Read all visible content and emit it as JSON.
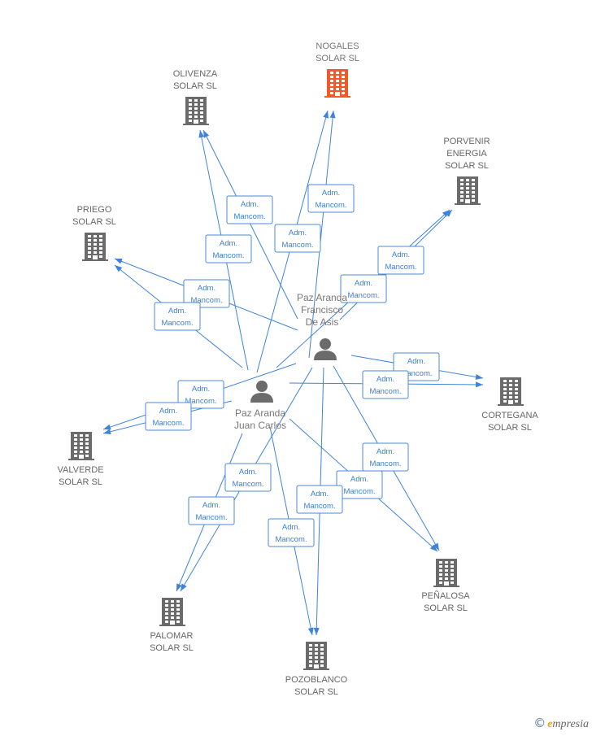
{
  "colors": {
    "edge": "#3f84d9",
    "building": "#6b6b6b",
    "focus_building": "#f05a28",
    "person": "#6b6b6b"
  },
  "relation_label": [
    "Adm.",
    "Mancom."
  ],
  "persons": [
    {
      "id": "p1",
      "lines": [
        "Paz Aranda",
        "Francisco",
        "De Asis"
      ],
      "icon": "person-icon"
    },
    {
      "id": "p2",
      "lines": [
        "Paz Aranda",
        "Juan Carlos"
      ],
      "icon": "person-icon"
    }
  ],
  "companies": [
    {
      "id": "nogales",
      "lines": [
        "NOGALES",
        "SOLAR SL"
      ],
      "focus": true,
      "icon": "building-icon"
    },
    {
      "id": "olivenza",
      "lines": [
        "OLIVENZA",
        "SOLAR SL"
      ],
      "focus": false,
      "icon": "building-icon"
    },
    {
      "id": "porvenir",
      "lines": [
        "PORVENIR",
        "ENERGIA",
        "SOLAR SL"
      ],
      "focus": false,
      "icon": "building-icon"
    },
    {
      "id": "priego",
      "lines": [
        "PRIEGO",
        "SOLAR SL"
      ],
      "focus": false,
      "icon": "building-icon"
    },
    {
      "id": "cortegana",
      "lines": [
        "CORTEGANA",
        "SOLAR SL"
      ],
      "focus": false,
      "icon": "building-icon"
    },
    {
      "id": "valverde",
      "lines": [
        "VALVERDE",
        "SOLAR SL"
      ],
      "focus": false,
      "icon": "building-icon"
    },
    {
      "id": "penalosa",
      "lines": [
        "PEÑALOSA",
        "SOLAR SL"
      ],
      "focus": false,
      "icon": "building-icon"
    },
    {
      "id": "palomar",
      "lines": [
        "PALOMAR",
        "SOLAR SL"
      ],
      "focus": false,
      "icon": "building-icon"
    },
    {
      "id": "pozoblanco",
      "lines": [
        "POZOBLANCO",
        "SOLAR SL"
      ],
      "focus": false,
      "icon": "building-icon"
    }
  ],
  "relations": [
    {
      "from": "p1",
      "to": "nogales"
    },
    {
      "from": "p2",
      "to": "nogales"
    },
    {
      "from": "p1",
      "to": "olivenza"
    },
    {
      "from": "p2",
      "to": "olivenza"
    },
    {
      "from": "p1",
      "to": "porvenir"
    },
    {
      "from": "p2",
      "to": "porvenir"
    },
    {
      "from": "p1",
      "to": "priego"
    },
    {
      "from": "p2",
      "to": "priego"
    },
    {
      "from": "p1",
      "to": "cortegana"
    },
    {
      "from": "p2",
      "to": "cortegana"
    },
    {
      "from": "p1",
      "to": "valverde"
    },
    {
      "from": "p2",
      "to": "valverde"
    },
    {
      "from": "p1",
      "to": "penalosa"
    },
    {
      "from": "p2",
      "to": "penalosa"
    },
    {
      "from": "p1",
      "to": "palomar"
    },
    {
      "from": "p2",
      "to": "palomar"
    },
    {
      "from": "p1",
      "to": "pozoblanco"
    },
    {
      "from": "p2",
      "to": "pozoblanco"
    }
  ],
  "brand": {
    "copyright": "©",
    "first_letter": "e",
    "rest": "mpresia"
  }
}
